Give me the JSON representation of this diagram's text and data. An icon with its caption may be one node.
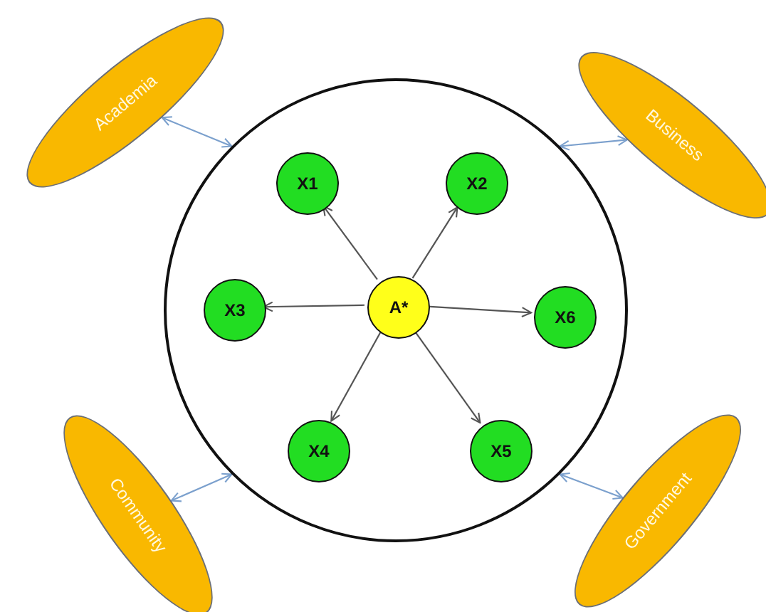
{
  "diagram": {
    "nodes": [
      {
        "text": [
          "Academia"
        ]
      },
      {
        "text": [
          "Business"
        ]
      },
      {
        "text": [],
        "shape": "circle"
      },
      {
        "text": [
          "X1"
        ],
        "in": 2
      },
      {
        "text": [
          "X2"
        ],
        "in": 2
      },
      {
        "text": [
          "X3"
        ],
        "in": 2
      },
      {
        "text": [
          "A*"
        ],
        "in": 2
      },
      {
        "text": [
          "X6"
        ],
        "in": 2
      },
      {
        "text": [
          "X4"
        ],
        "in": 2
      },
      {
        "text": [
          "X5"
        ],
        "in": 2
      },
      {
        "text": [
          "Community"
        ]
      },
      {
        "text": [
          "Government"
        ]
      }
    ],
    "edges": [
      {
        "from": 6,
        "to": 3,
        "arrow": "to"
      },
      {
        "from": 6,
        "to": 4,
        "arrow": "to"
      },
      {
        "from": 6,
        "to": 5,
        "arrow": "to"
      },
      {
        "from": 6,
        "to": 7,
        "arrow": "to"
      },
      {
        "from": 6,
        "to": 8,
        "arrow": "to"
      },
      {
        "from": 6,
        "to": 9,
        "arrow": "to"
      },
      {
        "from": 2,
        "to": 0,
        "arrow": "both",
        "color": "#7ba0cd"
      },
      {
        "from": 2,
        "to": 1,
        "arrow": "both",
        "color": "#7ba0cd"
      },
      {
        "from": 2,
        "to": 10,
        "arrow": "both",
        "color": "#7ba0cd"
      },
      {
        "from": 2,
        "to": 11,
        "arrow": "both",
        "color": "#7ba0cd"
      }
    ]
  }
}
